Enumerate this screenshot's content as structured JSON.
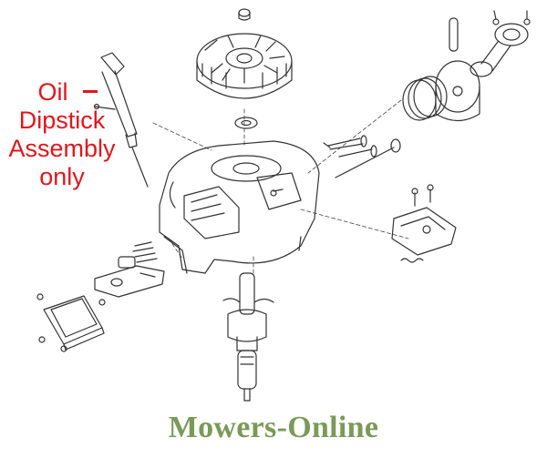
{
  "callout": {
    "lines": [
      "Oil",
      "Dipstick",
      "Assembly",
      "only"
    ],
    "color": "#e0161b"
  },
  "watermark": {
    "text": "Mowers-Online",
    "color": "#7a9a57"
  },
  "parts": [
    "flywheel",
    "flywheel-washer",
    "flywheel-nut",
    "oil-dipstick",
    "engine-block",
    "piston",
    "piston-rings",
    "connecting-rod",
    "piston-pin",
    "valves",
    "push-rod",
    "governor-bracket",
    "governor-spring",
    "valve-spring",
    "rocker-plate",
    "valve-cover",
    "crankshaft"
  ]
}
